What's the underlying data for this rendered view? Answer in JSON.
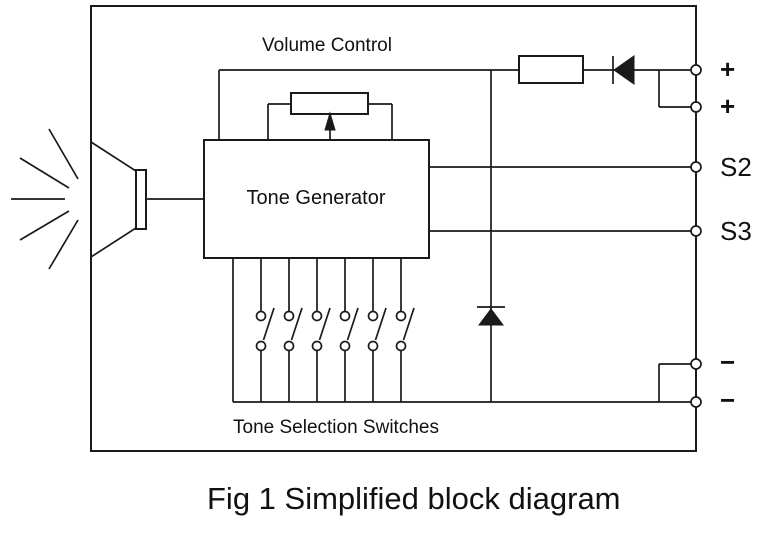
{
  "figure": {
    "caption": "Fig 1 Simplified block diagram"
  },
  "labels": {
    "volume_control": "Volume Control",
    "tone_generator": "Tone Generator",
    "tone_selection": "Tone Selection Switches"
  },
  "terminals": [
    {
      "name": "positive-terminal-1",
      "label": "+"
    },
    {
      "name": "positive-terminal-2",
      "label": "+"
    },
    {
      "name": "terminal-s2",
      "label": "S2"
    },
    {
      "name": "terminal-s3",
      "label": "S3"
    },
    {
      "name": "negative-terminal-1",
      "label": "−"
    },
    {
      "name": "negative-terminal-2",
      "label": "−"
    }
  ],
  "components": {
    "speaker": "loudspeaker-with-sound-waves",
    "volume_potentiometer": "potentiometer-with-wiper-arrow",
    "series_resistor": "resistor",
    "top_diode": "diode-pointing-left",
    "shunt_diode": "diode-pointing-up",
    "switch_count": 6
  },
  "colors": {
    "line": "#1a1a1a",
    "background": "#ffffff",
    "text": "#111111"
  }
}
